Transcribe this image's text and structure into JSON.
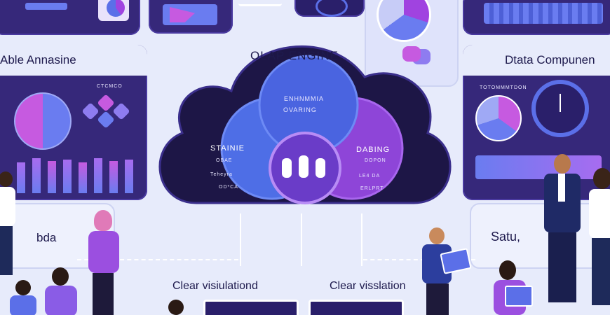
{
  "cloud": {
    "title": "OLAP ENGINE",
    "center_heading": "ENHNMMIA",
    "center_sub": "OVARING",
    "left_title": "STAINIE",
    "left_line1": "OBAE",
    "left_line2": "Teheyra",
    "left_line3": "OD*CA",
    "right_title": "DABING",
    "right_line1": "DOPON",
    "right_line2": "LE4 DA",
    "right_line3": "ERLPRT"
  },
  "left_panel": {
    "title": "Able Annasine",
    "tag": "CTCMCO"
  },
  "right_panel": {
    "title": "Dtata Compunen",
    "tag": "TOTOMMMTDON"
  },
  "captions": {
    "bottom_left_box": "bda",
    "bottom_right_box": "Satu,",
    "clear_left": "Clear visiulationd",
    "clear_right": "Clear visslation"
  },
  "colors": {
    "background": "#e7ebfb",
    "dark_panel": "#36287a",
    "cloud_outer": "#1d1646",
    "cloud_blue": "#4e6ee6",
    "cloud_purple": "#8e45d8",
    "accent_pink": "#c65ae0"
  }
}
